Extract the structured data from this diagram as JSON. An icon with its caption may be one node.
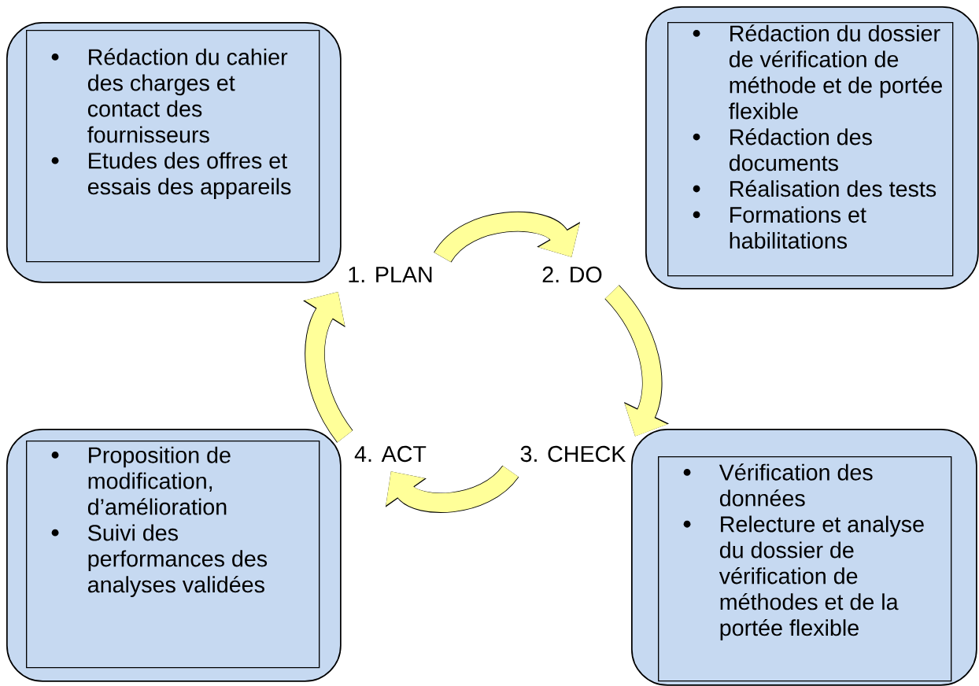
{
  "diagram": {
    "nodes": [
      {
        "text": [],
        "shape": "box"
      },
      {
        "text": [
          "Rédaction du cahier des charges et contact des fournisseurs",
          "Etudes des offres et essais des appareils"
        ],
        "in": 0
      },
      {
        "text": [],
        "shape": "box"
      },
      {
        "text": [
          "Rédaction du dossier de vérification de méthode et de portée flexible",
          "Rédaction des documents",
          "Réalisation des tests",
          "Formations et habilitations"
        ],
        "in": 2
      },
      {
        "text": [],
        "shape": "box"
      },
      {
        "text": [
          "Vérification des données",
          "Relecture et analyse du dossier de vérification de méthodes et de la portée flexible"
        ],
        "in": 4
      },
      {
        "text": [],
        "shape": "box"
      },
      {
        "text": [
          "Proposition de modification, d’amélioration",
          "Suivi des performances des analyses validées"
        ],
        "in": 6
      },
      {
        "text": [
          "1. PLAN"
        ]
      },
      {
        "text": [
          "2. DO"
        ]
      },
      {
        "text": [
          "3. CHECK"
        ]
      },
      {
        "text": [
          "4. ACT"
        ]
      }
    ],
    "edges": [
      {
        "from": 8,
        "to": 9,
        "arrow": "to"
      },
      {
        "from": 9,
        "to": 10,
        "arrow": "to"
      },
      {
        "from": 10,
        "to": 11,
        "arrow": "to"
      },
      {
        "from": 11,
        "to": 8,
        "arrow": "to"
      }
    ]
  }
}
